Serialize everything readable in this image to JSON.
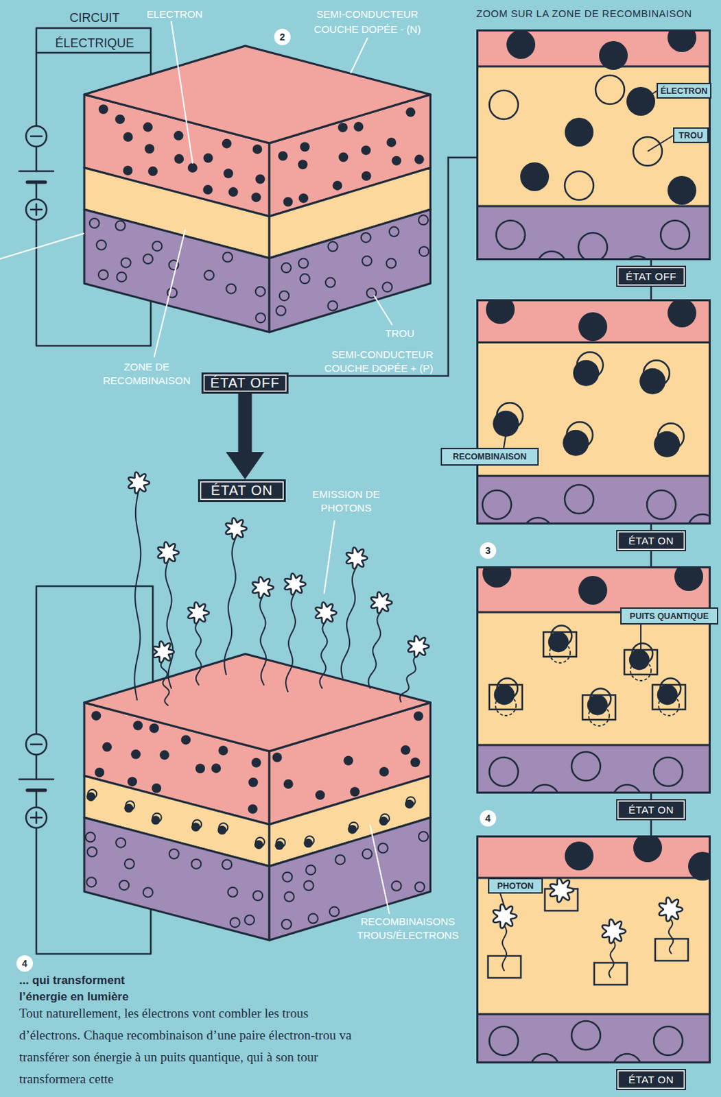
{
  "diagram": {
    "nodes": [
      {
        "text": [
          "ÉTAT OFF"
        ]
      },
      {
        "text": [
          "ÉLECTRON"
        ],
        "in": 0
      },
      {
        "text": [
          "TROU"
        ],
        "in": 0
      },
      {
        "text": [
          "ÉTAT OFF"
        ]
      },
      {
        "text": [
          "ÉTAT ON"
        ]
      },
      {
        "text": [
          "RECOMBINAISON"
        ],
        "in": 4
      },
      {
        "text": [
          "ÉTAT ON"
        ]
      },
      {
        "text": [
          "ÉTAT ON"
        ]
      },
      {
        "text": [
          "PUITS QUANTIQUE"
        ],
        "in": 7
      },
      {
        "text": [
          "ÉTAT ON"
        ]
      },
      {
        "text": [
          "PHOTON"
        ],
        "in": 9
      }
    ],
    "edges": [
      {
        "from": 3,
        "to": 0,
        "arrow": "none"
      },
      {
        "from": 3,
        "to": 6,
        "arrow": "to"
      },
      {
        "from": 0,
        "to": 4,
        "arrow": "none"
      },
      {
        "from": 4,
        "to": 7,
        "arrow": "none"
      },
      {
        "from": 7,
        "to": 9,
        "arrow": "none"
      }
    ],
    "labels": [
      "CIRCUIT ÉLECTRIQUE",
      "ELECTRON",
      "2",
      "SEMI-CONDUCTEUR COUCHE DOPÉE - (N)",
      "ZOOM SUR LA ZONE DE RECOMBINAISON",
      "TROU",
      "SEMI-CONDUCTEUR COUCHE DOPÉE + (P)",
      "ZONE DE RECOMBINAISON",
      "EMISSION DE PHOTONS",
      "RECOMBINAISONS TROUS/ÉLECTRONS",
      "3",
      "4",
      "4",
      "... qui transforment l’énergie en lumière",
      "Tout naturellement, les électrons vont combler les trous d’électrons. Chaque recombinaison d’une paire électron-trou va transférer son énergie à un puits quantique, qui à son tour transformera cette"
    ]
  }
}
